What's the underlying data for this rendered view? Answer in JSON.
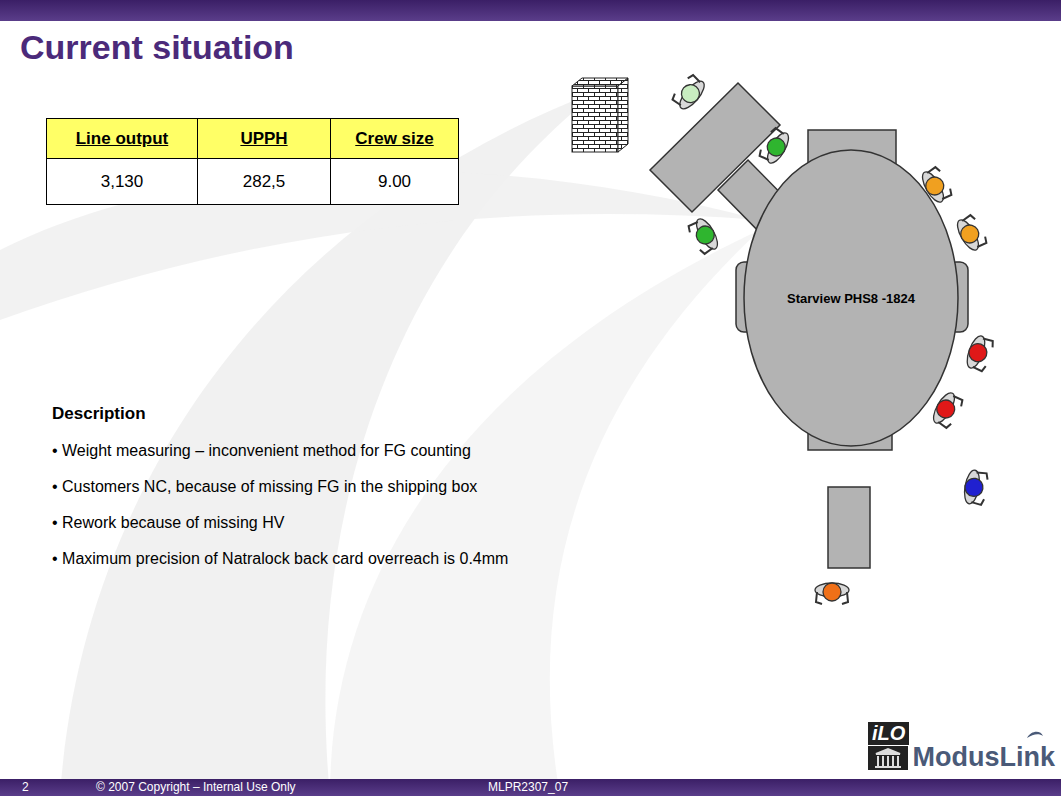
{
  "diagram": {
    "title": "Current situation",
    "nodes": [
      {
        "text": [
          "Starview PHS8 -1824"
        ]
      }
    ],
    "labels": [
      "Line output",
      "UPPH",
      "Crew size",
      "3,130",
      "282,5",
      "9.00",
      "Description",
      "• Weight measuring – inconvenient method for FG counting",
      "• Customers NC, because of missing FG in the shipping box",
      "• Rework because of missing HV",
      "• Maximum precision of Natralock back card overreach is 0.4mm",
      "2",
      "© 2007 Copyright – Internal Use Only",
      "MLPR2307_07",
      "iLO",
      "ModusLink"
    ]
  }
}
